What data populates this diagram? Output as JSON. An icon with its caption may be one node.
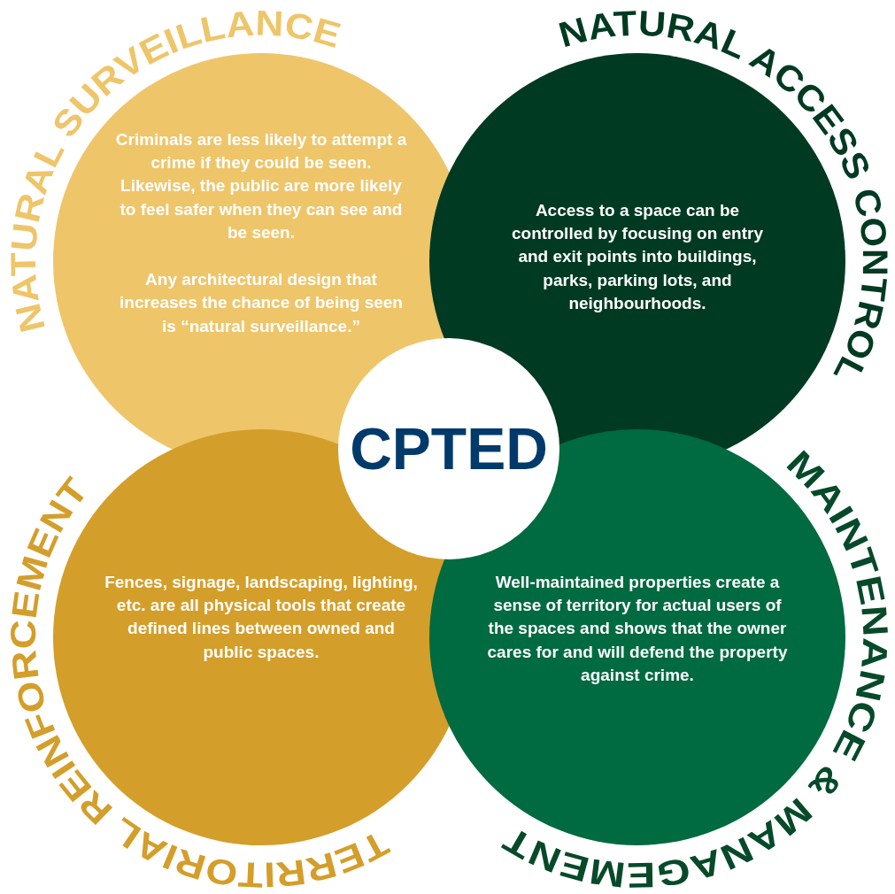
{
  "diagram": {
    "nodes": [
      {
        "text": [
          "NATURAL SURVEILLANCE",
          "Criminals are less likely to attempt a crime if they could be seen. Likewise, the public are more likely to feel safer when they can see and be seen.",
          "Any architectural design that increases the chance of being seen is “natural surveillance.”"
        ]
      },
      {
        "text": [
          "NATURAL ACCESS CONTROL",
          "Access to a space can be controlled by focusing on entry and exit points into buildings, parks, parking lots, and neighbourhoods."
        ]
      },
      {
        "text": [
          "CPTED"
        ]
      },
      {
        "text": [
          "TERRITORIAL REINFORCEMENT",
          "Fences, signage, landscaping, lighting, etc. are all physical tools that create defined lines between owned and public spaces."
        ]
      },
      {
        "text": [
          "MAINTENANCE & MANAGEMENT",
          "Well-maintained properties create a sense of territory for actual users of the spaces and shows that the owner cares for and will defend the property against crime."
        ]
      }
    ]
  }
}
